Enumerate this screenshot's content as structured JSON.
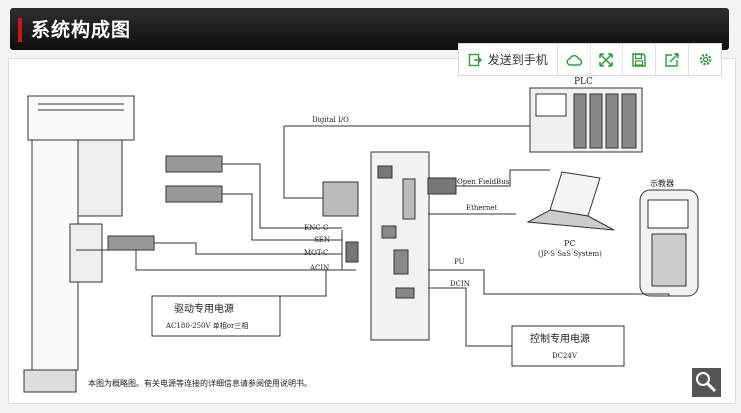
{
  "header": {
    "title": "系统构成图"
  },
  "toolbar": {
    "send_label": "发送到手机",
    "icons": [
      "send-to-phone-icon",
      "cloud-icon",
      "expand-icon",
      "save-icon",
      "share-icon",
      "settings-icon"
    ],
    "accent_color": "#2a9d3a"
  },
  "diagram": {
    "labels": {
      "plc": "PLC",
      "digital_io": "Digital I/O",
      "open_fieldbus": "Open FieldBus",
      "ethernet": "Ethernet",
      "pc": "PC",
      "pc_software": "(JP-S SaS System)",
      "teach_pendant": "示教器",
      "enc_c": "ENC-C",
      "sen": "SEN",
      "mot_c": "MOT-C",
      "acin": "ACIN",
      "pu": "PU",
      "dcin": "DCIN",
      "drive_power_title": "驱动专用电源",
      "drive_power_spec": "AC180-250V  单相or三相",
      "control_power_title": "控制专用电源",
      "control_power_spec": "DC24V",
      "footnote": "本图为概略图。有关电源等连接的详细信息请参阅使用说明书。"
    }
  }
}
